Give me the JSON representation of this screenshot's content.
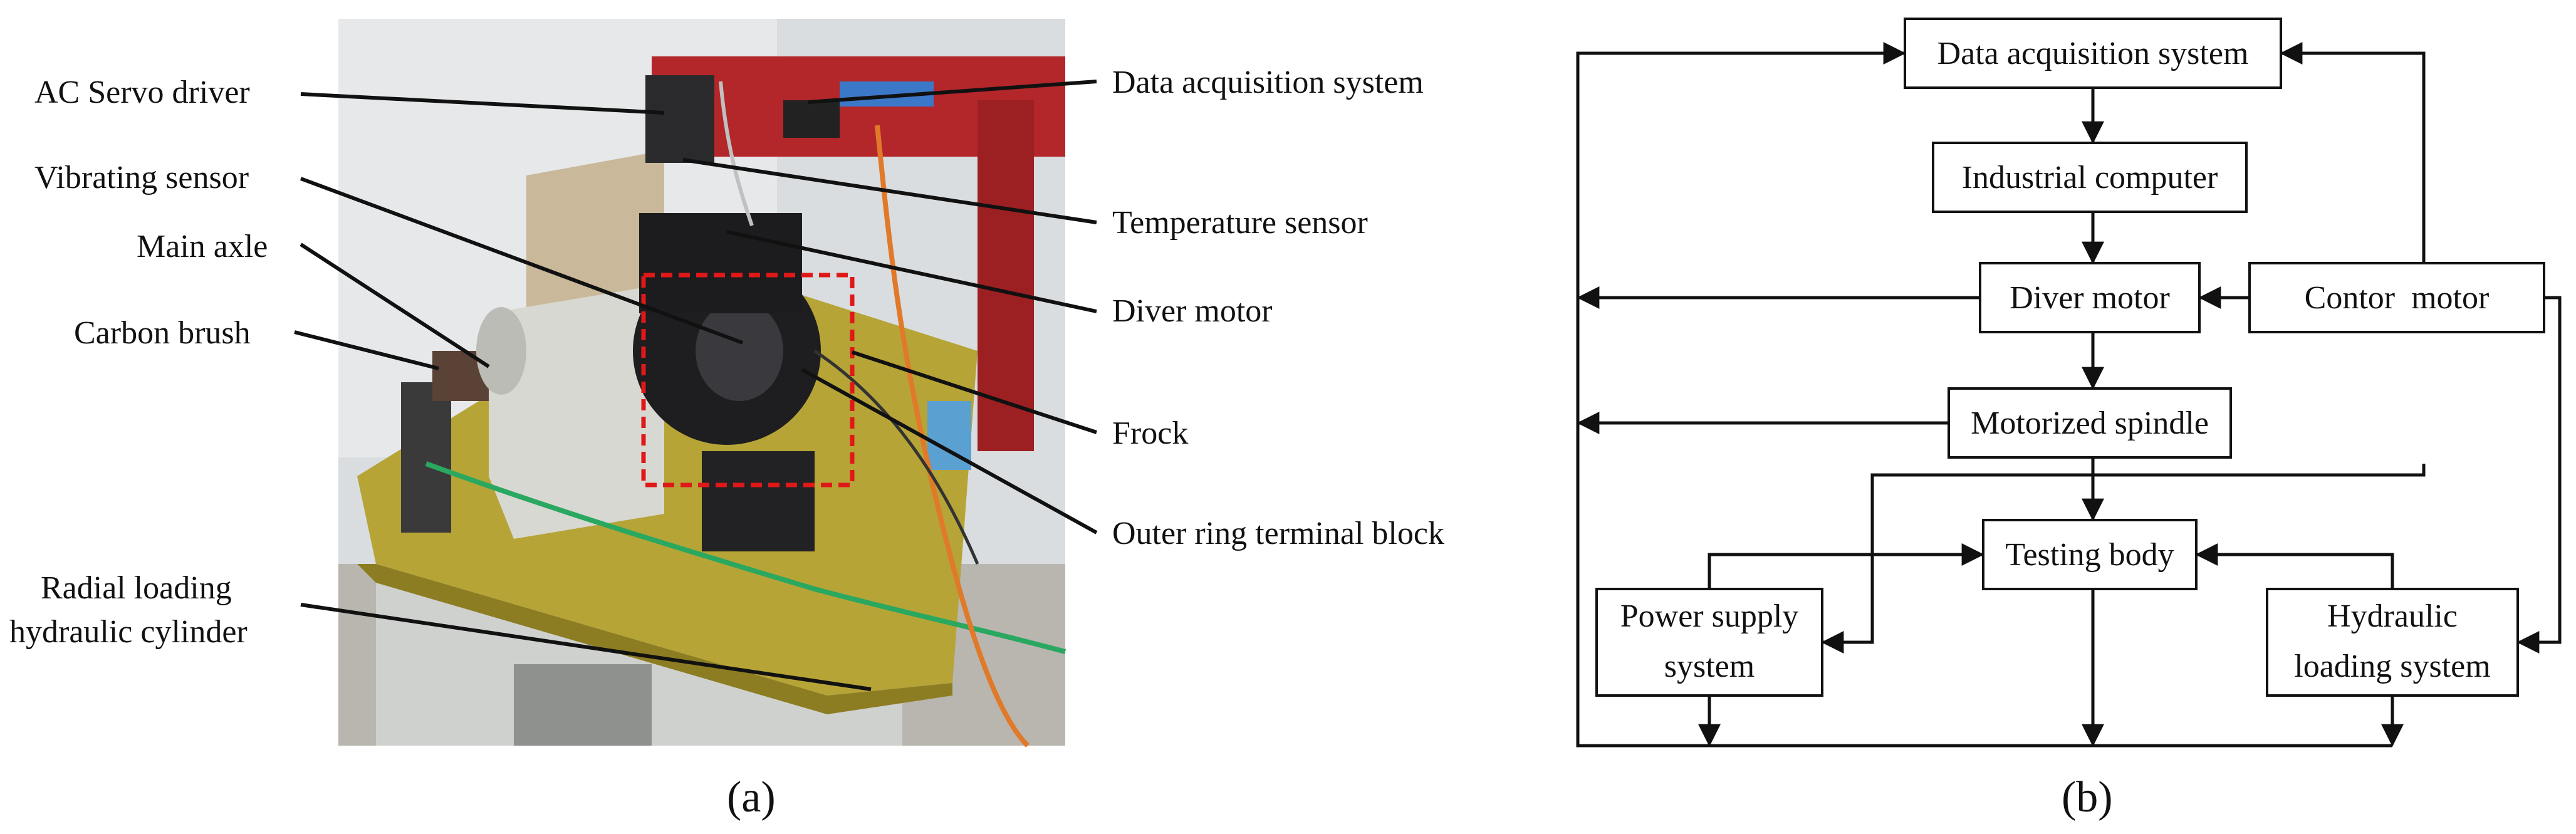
{
  "panel_a": {
    "caption": "(a)",
    "labels": {
      "ac_servo_driver": "AC Servo driver",
      "vibrating_sensor": "Vibrating sensor",
      "main_axle": "Main axle",
      "carbon_brush": "Carbon brush",
      "radial_line1": "Radial loading",
      "radial_line2": "hydraulic cylinder",
      "data_acquisition_system": "Data acquisition system",
      "temperature_sensor": "Temperature sensor",
      "diver_motor": "Diver motor",
      "frock": "Frock",
      "outer_ring_terminal_block": "Outer ring terminal block"
    }
  },
  "panel_b": {
    "caption": "(b)",
    "boxes": {
      "data_acquisition_system": "Data acquisition system",
      "industrial_computer": "Industrial computer",
      "diver_motor": "Diver motor",
      "contor_motor": "Contor  motor",
      "motorized_spindle": "Motorized spindle",
      "testing_body": "Testing body",
      "power_supply_line1": "Power supply",
      "power_supply_line2": "system",
      "hydraulic_line1": "Hydraulic",
      "hydraulic_line2": "loading system"
    }
  }
}
